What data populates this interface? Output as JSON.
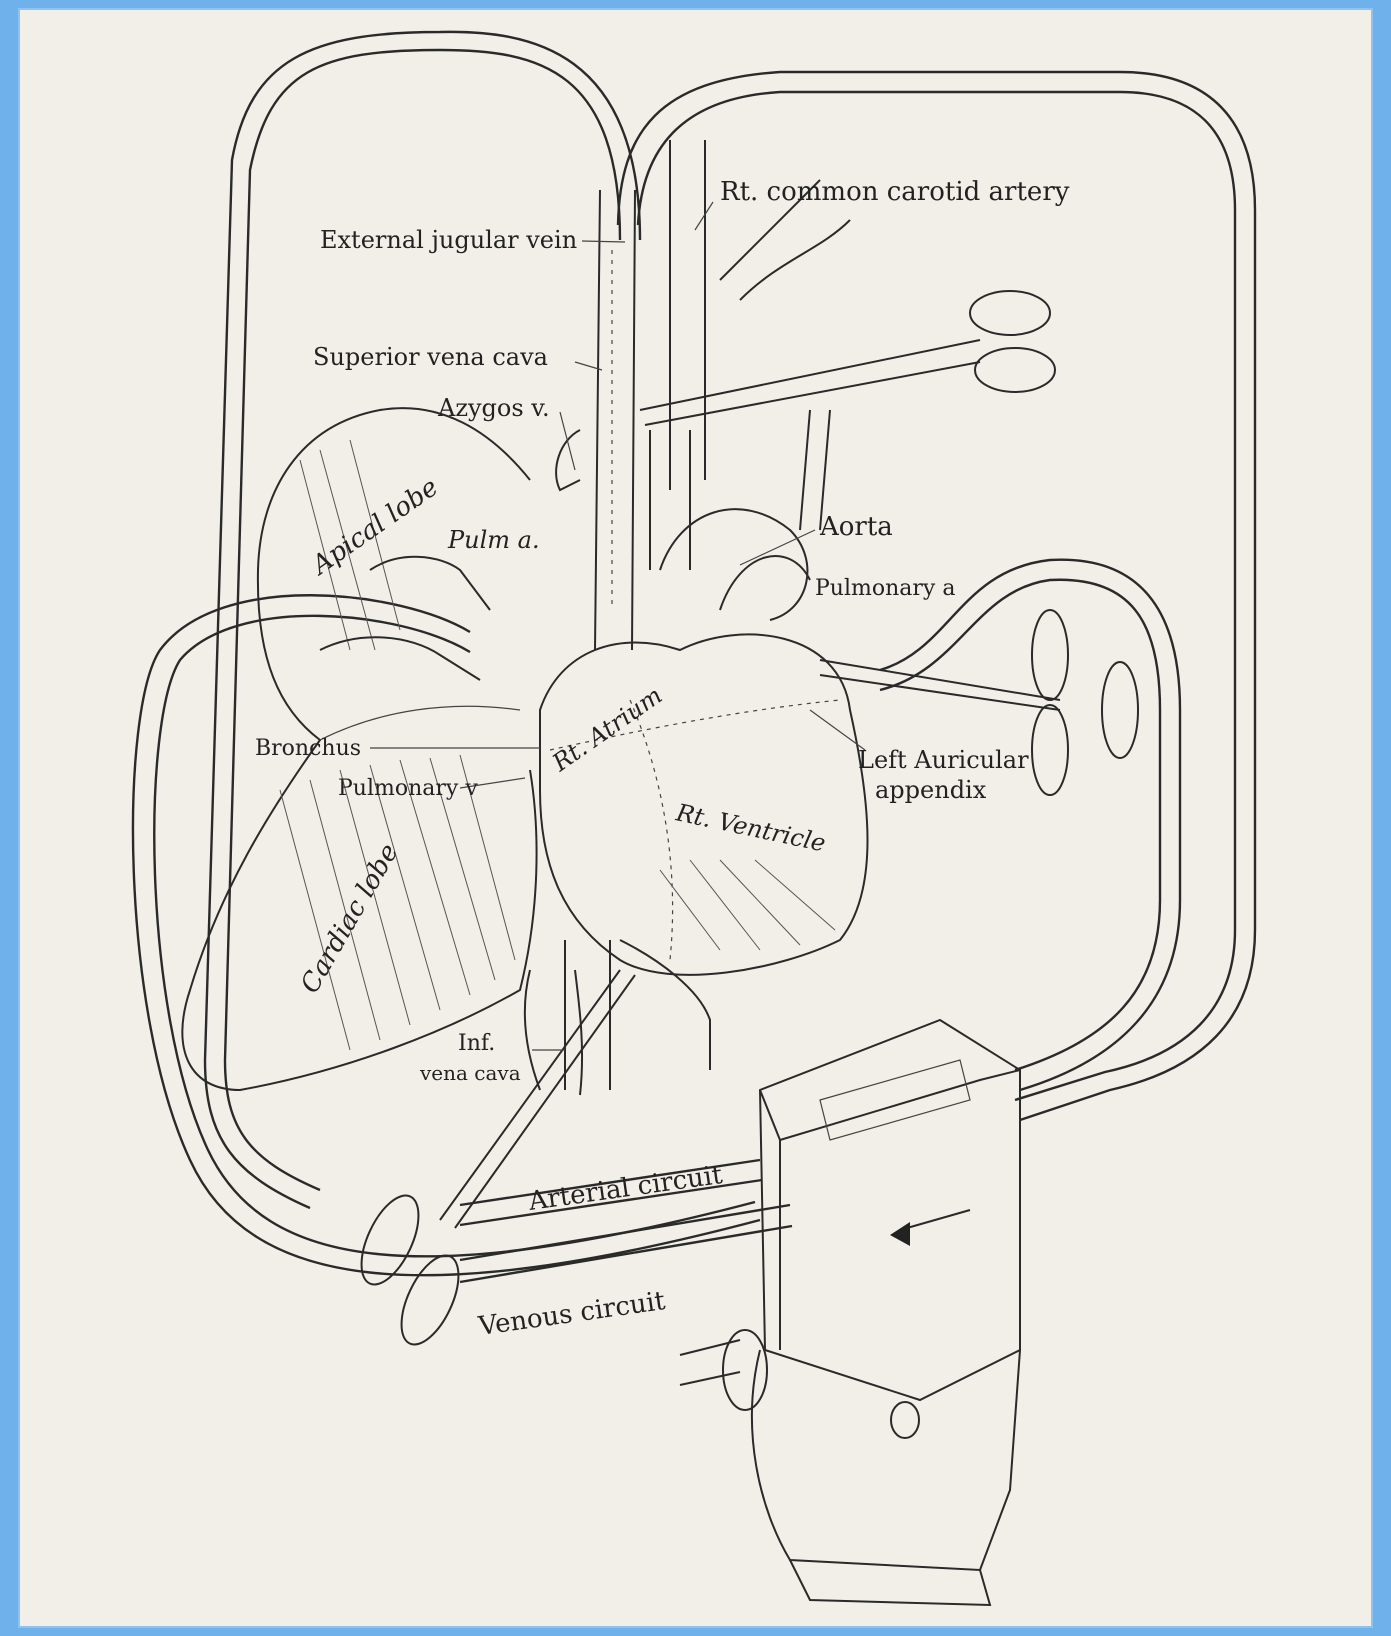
{
  "labels": {
    "rt_common_carotid": "Rt. common carotid artery",
    "external_jugular": "External jugular vein",
    "superior_vena_cava": "Superior vena cava",
    "azygos": "Azygos v.",
    "apical_lobe": "Apical lobe",
    "pulm_a": "Pulm a.",
    "aorta": "Aorta",
    "pulmonary_a": "Pulmonary a",
    "rt_atrium": "Rt. Atrium",
    "bronchus": "Bronchus",
    "pulmonary_v": "Pulmonary v",
    "left_auricular": "Left Auricular",
    "appendix": "appendix",
    "rt_ventricle": "Rt. Ventricle",
    "cardiac_lobe": "Cardiac lobe",
    "inf": "Inf.",
    "vena_cava": "vena cava",
    "arterial_circuit": "Arterial circuit",
    "venous_circuit": "Venous circuit"
  },
  "colors": {
    "background": "#6fb1ea",
    "paper": "#f1efe8",
    "ink": "#2a2a2a"
  }
}
